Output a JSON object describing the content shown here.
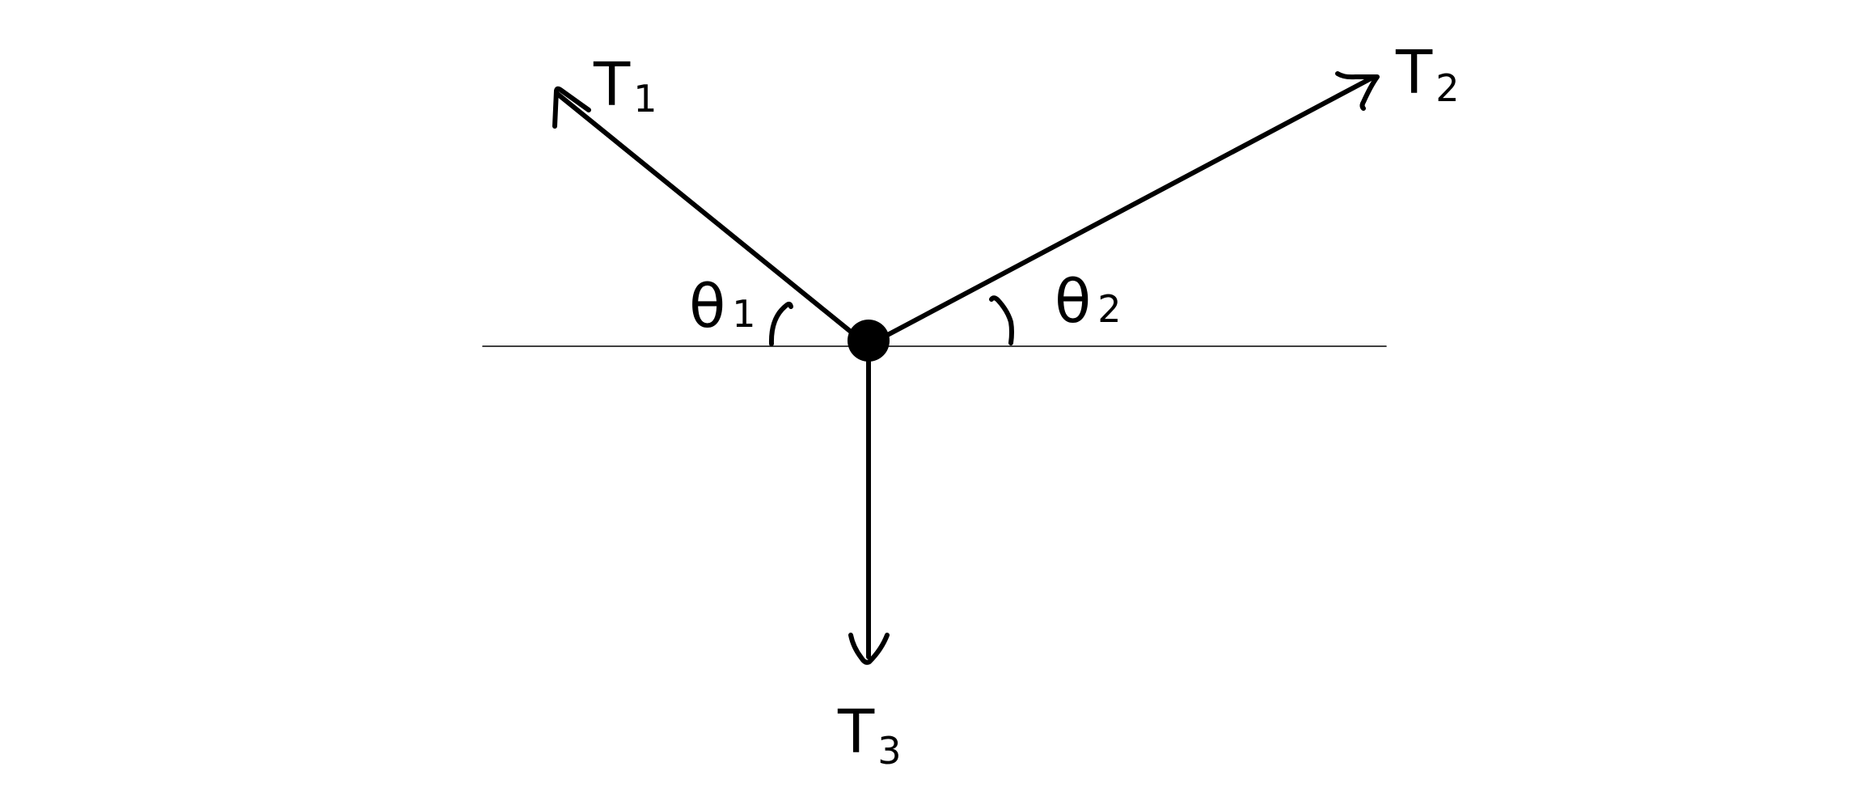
{
  "labels": {
    "t1": {
      "main": "T",
      "sub": "1"
    },
    "t2": {
      "main": "T",
      "sub": "2"
    },
    "t3": {
      "main": "T",
      "sub": "3"
    },
    "theta1": {
      "main": "θ",
      "sub": "1"
    },
    "theta2": {
      "main": "θ",
      "sub": "2"
    }
  },
  "colors": {
    "ink": "#000000",
    "background": "#ffffff"
  }
}
